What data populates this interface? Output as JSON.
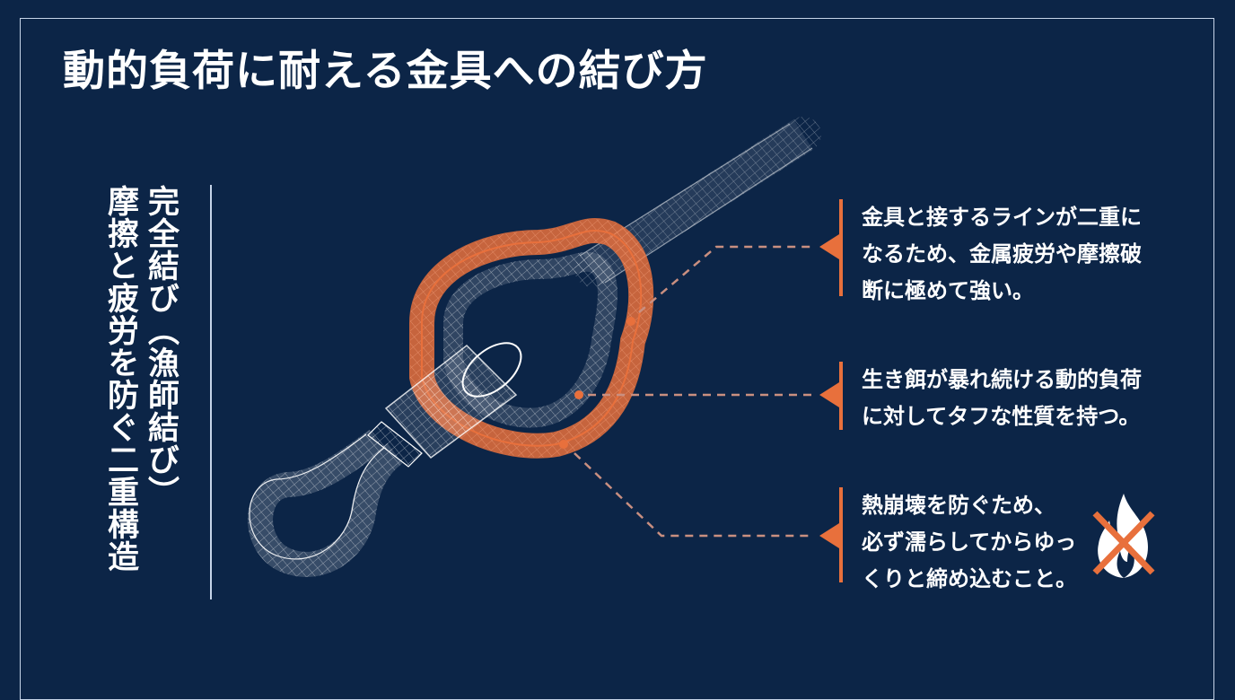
{
  "title": "動的負荷に耐える金具への結び方",
  "side": {
    "main": "完全結び（漁師結び）",
    "sub": "摩擦と疲労を防ぐ二重構造"
  },
  "callouts": [
    {
      "lines": [
        "金具と接するラインが二重に",
        "なるため、金属疲労や摩擦破",
        "断に極めて強い。"
      ]
    },
    {
      "lines": [
        "生き餌が暴れ続ける動的負荷",
        "に対してタフな性質を持つ。"
      ]
    },
    {
      "lines": [
        "熱崩壊を防ぐため、",
        "必ず濡らしてからゆっ",
        "くりと締め込むこと。"
      ],
      "icon": "no-fire-icon"
    }
  ],
  "illustration": {
    "subject": "wireframe swivel with double-loop knot",
    "highlight_color": "#e8703c",
    "wire_color": "#ffffff"
  },
  "colors": {
    "background": "#0c2547",
    "accent": "#e8703c",
    "frame": "#c6d4e8",
    "dash": "#c98f80"
  }
}
